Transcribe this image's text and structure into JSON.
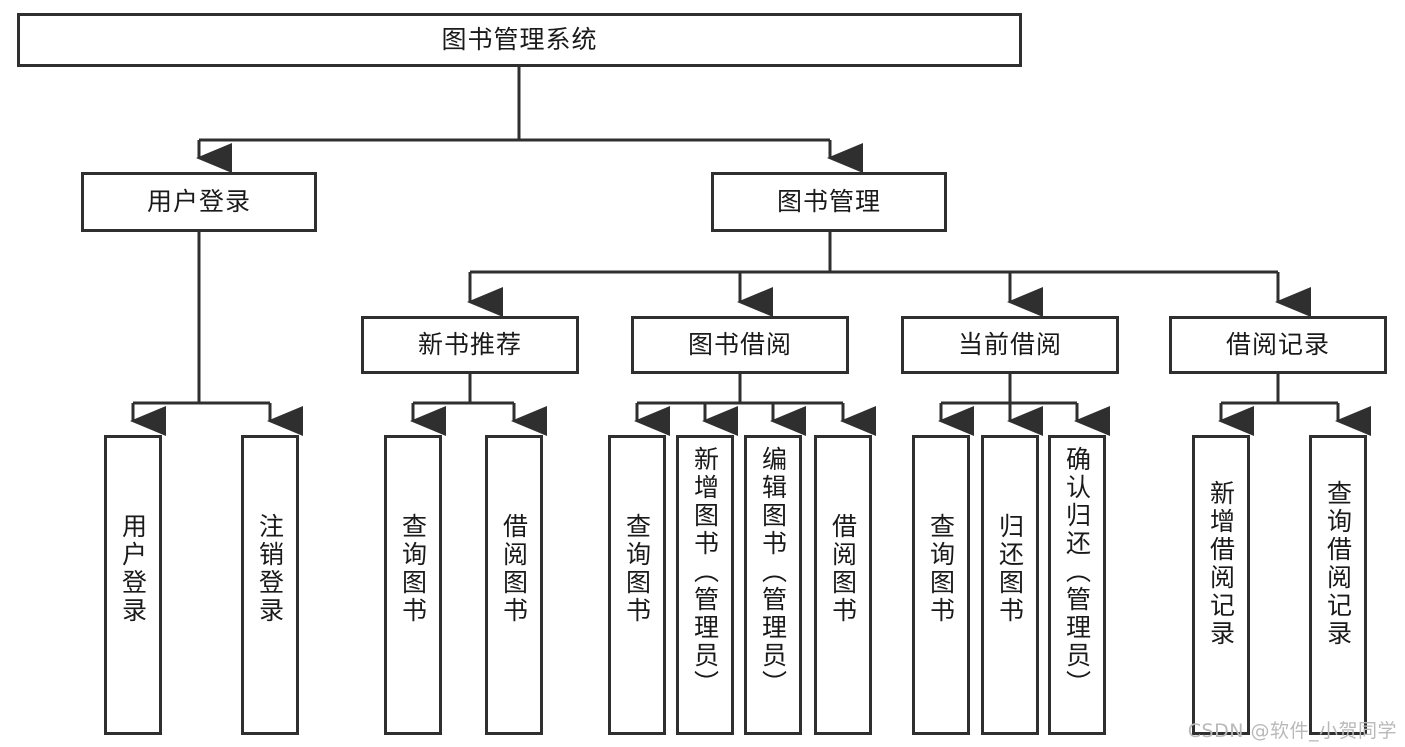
{
  "diagram": {
    "title": "图书管理系统",
    "type": "tree-hierarchy-chart",
    "stroke_color": "#2f2f2f",
    "fill_color": "#ffffff",
    "text_color": "#1a1a1a"
  },
  "root": {
    "label": "图书管理系统"
  },
  "level2": [
    {
      "label": "用户登录"
    },
    {
      "label": "图书管理"
    }
  ],
  "level3": [
    {
      "label": "新书推荐"
    },
    {
      "label": "图书借阅"
    },
    {
      "label": "当前借阅"
    },
    {
      "label": "借阅记录"
    }
  ],
  "leaves": {
    "user_login": [
      {
        "label": "用户登录"
      },
      {
        "label": "注销登录"
      }
    ],
    "new_book_recommend": [
      {
        "label": "查询图书"
      },
      {
        "label": "借阅图书"
      }
    ],
    "book_borrow": [
      {
        "label": "查询图书"
      },
      {
        "label": "新增图书（管理员）"
      },
      {
        "label": "编辑图书（管理员）"
      },
      {
        "label": "借阅图书"
      }
    ],
    "current_borrow": [
      {
        "label": "查询图书"
      },
      {
        "label": "归还图书"
      },
      {
        "label": "确认归还（管理员）"
      }
    ],
    "borrow_record": [
      {
        "label": "新增借阅记录"
      },
      {
        "label": "查询借阅记录"
      }
    ]
  },
  "watermark": {
    "text": "CSDN @软件_小贺同学"
  }
}
